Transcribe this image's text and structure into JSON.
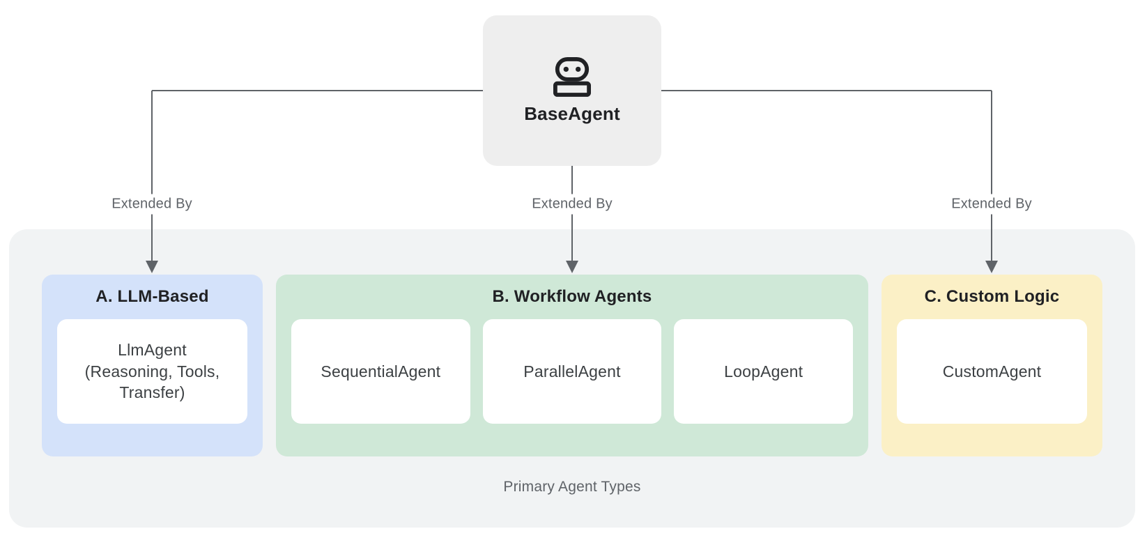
{
  "diagram": {
    "root": {
      "label": "BaseAgent",
      "icon": "robot-icon",
      "bg": "#eeeeee"
    },
    "connectors": [
      {
        "label": "Extended By"
      },
      {
        "label": "Extended By"
      },
      {
        "label": "Extended By"
      }
    ],
    "container": {
      "caption": "Primary Agent Types",
      "bg": "#f1f3f4"
    },
    "groups": [
      {
        "label": "A. LLM-Based",
        "bg": "#d4e2fa",
        "cards": [
          {
            "lines": [
              "LlmAgent",
              "(Reasoning, Tools,",
              "Transfer)"
            ]
          }
        ]
      },
      {
        "label": "B. Workflow Agents",
        "bg": "#cfe8d7",
        "cards": [
          {
            "lines": [
              "SequentialAgent"
            ]
          },
          {
            "lines": [
              "ParallelAgent"
            ]
          },
          {
            "lines": [
              "LoopAgent"
            ]
          }
        ]
      },
      {
        "label": "C. Custom Logic",
        "bg": "#fbf0c6",
        "cards": [
          {
            "lines": [
              "CustomAgent"
            ]
          }
        ]
      }
    ],
    "colors": {
      "line": "#5f6368",
      "text_dark": "#202124",
      "text_gray": "#5f6368",
      "card_bg": "#ffffff"
    }
  }
}
